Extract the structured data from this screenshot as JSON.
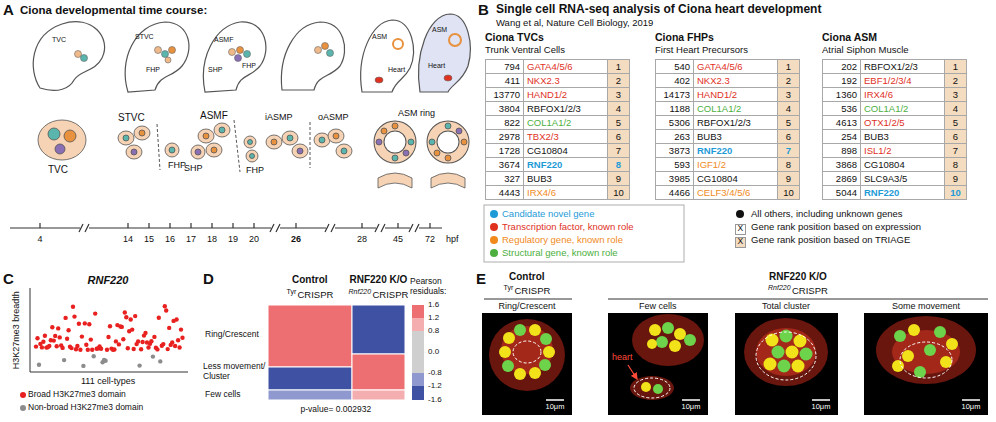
{
  "diagram": {
    "labels": [
      "A",
      "Ciona developmental time course:",
      "TVC",
      "STVC",
      "FHP",
      "ASMF",
      "SHP",
      "FHP",
      "ASM",
      "Heart",
      "ASM",
      "Heart",
      "TVC",
      "STVC",
      "FHP",
      "ASMF",
      "SHP",
      "FHP",
      "iASMP",
      "oASMP",
      "ASM ring",
      "4",
      "14",
      "15",
      "16",
      "17",
      "18",
      "19",
      "20",
      "26",
      "28",
      "45",
      "72",
      "hpf",
      "B",
      "Single cell RNA-seq analysis of Ciona heart development",
      "Wang et al, Nature Cell Biology, 2019",
      "Ciona TVCs",
      "Trunk Ventral Cells",
      "794",
      "GATA4/5/6",
      "1",
      "411",
      "NKX2.3",
      "2",
      "13770",
      "HAND1/2",
      "3",
      "3804",
      "RBFOX1/2/3",
      "4",
      "822",
      "COL1A1/2",
      "5",
      "2978",
      "TBX2/3",
      "6",
      "1728",
      "CG10804",
      "7",
      "3674",
      "RNF220",
      "8",
      "327",
      "BUB3",
      "9",
      "4443",
      "IRX4/6",
      "10",
      "Ciona FHPs",
      "First Heart Precursors",
      "540",
      "GATA4/5/6",
      "1",
      "402",
      "NKX2.3",
      "2",
      "14173",
      "HAND1/2",
      "3",
      "1188",
      "COL1A1/2",
      "4",
      "5306",
      "RBFOX1/2/3",
      "5",
      "263",
      "BUB3",
      "6",
      "3873",
      "RNF220",
      "7",
      "593",
      "IGF1/2",
      "8",
      "3985",
      "CG10804",
      "9",
      "4466",
      "CELF3/4/5/6",
      "10",
      "Ciona ASM",
      "Atrial Siphon Muscle",
      "202",
      "RBFOX1/2/3",
      "1",
      "192",
      "EBF1/2/3/4",
      "2",
      "1360",
      "IRX4/6",
      "3",
      "536",
      "COL1A1/2",
      "4",
      "4613",
      "OTX1/2/5",
      "5",
      "254",
      "BUB3",
      "6",
      "898",
      "ISL1/2",
      "7",
      "3868",
      "CG10804",
      "8",
      "2869",
      "SLC9A3/5",
      "9",
      "5044",
      "RNF220",
      "10",
      "X",
      "X",
      "C",
      "RNF220",
      "H3K27me3 breadth",
      "111 cell-types",
      "D",
      "Control",
      "Tyr",
      "CRISPR",
      "RNF220 K/O",
      "Rnf220",
      "CRISPR",
      "Ring/Crescent",
      "Less movement/ Cluster",
      "Few cells",
      "p-value= 0.002932",
      "Pearson residuals:",
      "1.6",
      "1.2",
      "0.8",
      "0.0",
      "-0.8",
      "-1.2",
      "-1.6",
      "E",
      "Control",
      "Tyr",
      "CRISPR",
      "RNF220 K/O",
      "Rnf220",
      "CRISPR",
      "Ring/Crescent",
      "Few cells",
      "Total cluster",
      "Some movement",
      "heart",
      "10μm",
      "10μm",
      "10μm",
      "10μm"
    ],
    "legend": [
      {
        "text": "Candidate novel gene",
        "color": "#1e9bd7"
      },
      {
        "text": "Transcription factor, known role",
        "color": "#e0301e"
      },
      {
        "text": "Regulatory gene, known role",
        "color": "#f08a1c"
      },
      {
        "text": "Structural gene, known role",
        "color": "#4caf3e"
      },
      {
        "text": "All others, including unknown genes",
        "color": "#111111"
      },
      {
        "text": "Gene rank position based on expression"
      },
      {
        "text": "Gene rank position based on TRIAGE"
      },
      {
        "text": "Broad H3K27me3 domain",
        "color": "#e8201f"
      },
      {
        "text": "Non-broad H3K27me3 domain",
        "color": "#8c8c8c"
      }
    ]
  }
}
